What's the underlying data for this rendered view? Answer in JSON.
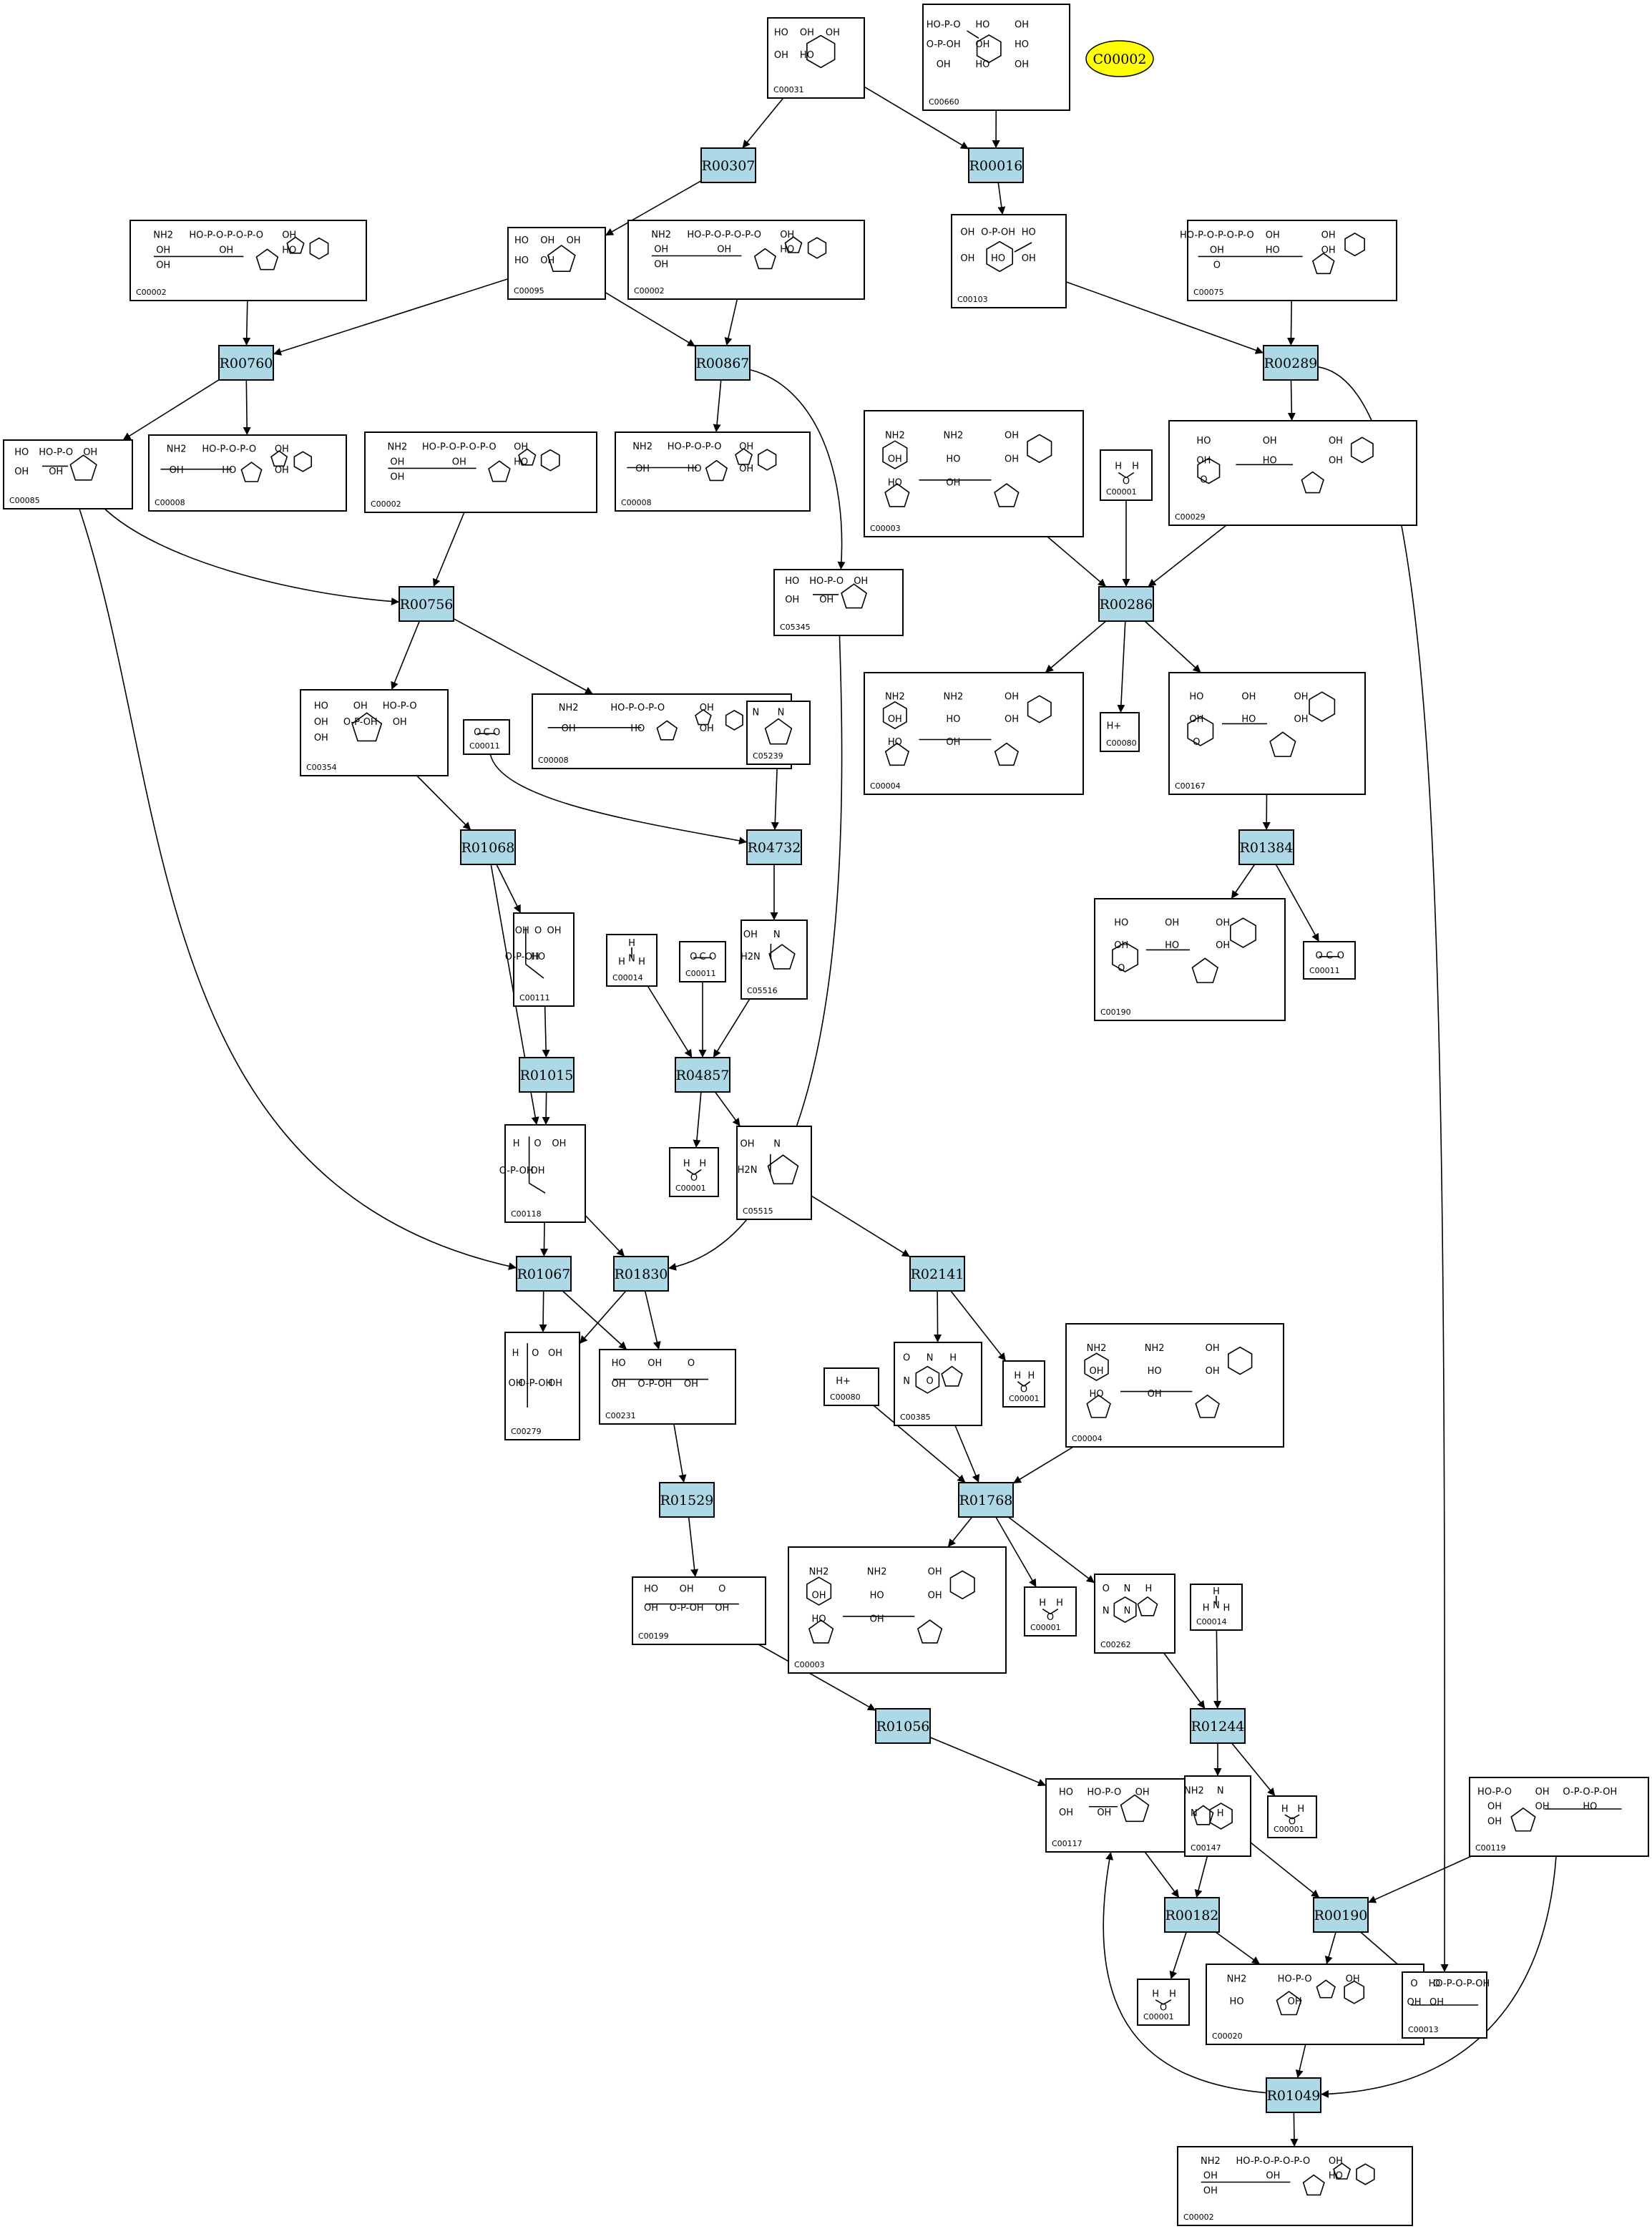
{
  "accent_colors": {
    "reaction_fill": "#add8e6",
    "highlight_fill": "#ffff00"
  },
  "highlight": {
    "label": "C00002"
  },
  "compounds": [
    {
      "id": "c1",
      "label": "C00031",
      "kind": "hexose",
      "texts": [
        "HO",
        "OH",
        "OH",
        "OH",
        "HO"
      ]
    },
    {
      "id": "c2",
      "label": "C00660",
      "kind": "sugarP2",
      "texts": [
        "HO-P-O",
        "HO",
        "OH",
        "O-P-OH",
        "OH",
        "HO",
        "OH",
        "HO",
        "OH"
      ]
    },
    {
      "id": "c3",
      "label": "C00002",
      "kind": "atp",
      "texts": [
        "NH2",
        "HO-P-O-P-O-P-O",
        "OH",
        "OH",
        "OH",
        "HO",
        "OH"
      ]
    },
    {
      "id": "c4",
      "label": "C00095",
      "kind": "furanose",
      "texts": [
        "HO",
        "OH",
        "OH",
        "HO",
        "OH"
      ]
    },
    {
      "id": "c5",
      "label": "C00002",
      "kind": "atp",
      "texts": [
        "NH2",
        "HO-P-O-P-O-P-O",
        "OH",
        "OH",
        "OH",
        "HO",
        "OH"
      ]
    },
    {
      "id": "c6",
      "label": "C00103",
      "kind": "sugarP",
      "texts": [
        "OH",
        "O-P-OH",
        "HO",
        "OH",
        "HO",
        "OH"
      ]
    },
    {
      "id": "c7",
      "label": "C00075",
      "kind": "utp",
      "texts": [
        "HO-P-O-P-O-P-O",
        "OH",
        "OH",
        "OH",
        "HO",
        "OH",
        "O"
      ]
    },
    {
      "id": "c8",
      "label": "C00085",
      "kind": "furanoseP",
      "texts": [
        "HO",
        "HO-P-O",
        "OH",
        "OH",
        "OH"
      ]
    },
    {
      "id": "c9",
      "label": "C00008",
      "kind": "adp",
      "texts": [
        "NH2",
        "HO-P-O-P-O",
        "OH",
        "OH",
        "HO",
        "OH"
      ]
    },
    {
      "id": "c10",
      "label": "C00002",
      "kind": "atp",
      "texts": [
        "NH2",
        "HO-P-O-P-O-P-O",
        "OH",
        "OH",
        "OH",
        "HO",
        "OH"
      ]
    },
    {
      "id": "c11",
      "label": "C00008",
      "kind": "adp",
      "texts": [
        "NH2",
        "HO-P-O-P-O",
        "OH",
        "OH",
        "HO",
        "OH"
      ]
    },
    {
      "id": "c12",
      "label": "C00003",
      "kind": "nad",
      "texts": [
        "NH2",
        "NH2",
        "OH",
        "OH",
        "HO",
        "OH",
        "HO",
        "OH"
      ]
    },
    {
      "id": "c13",
      "label": "C00001",
      "kind": "water",
      "texts": [
        "H",
        "O",
        "H"
      ]
    },
    {
      "id": "c14",
      "label": "C00029",
      "kind": "udpglc",
      "texts": [
        "HO",
        "OH",
        "OH",
        "OH",
        "HO",
        "OH",
        "O"
      ]
    },
    {
      "id": "c15",
      "label": "C05345",
      "kind": "furanoseP",
      "texts": [
        "HO",
        "HO-P-O",
        "OH",
        "OH",
        "OH"
      ]
    },
    {
      "id": "c16",
      "label": "C00354",
      "kind": "fbp",
      "texts": [
        "HO",
        "OH",
        "HO-P-O",
        "OH",
        "O-P-OH",
        "OH",
        "OH"
      ]
    },
    {
      "id": "c17",
      "label": "C00011",
      "kind": "co2",
      "texts": [
        "O",
        "C",
        "O"
      ]
    },
    {
      "id": "c18",
      "label": "C00008",
      "kind": "adp",
      "texts": [
        "NH2",
        "HO-P-O-P-O",
        "OH",
        "OH",
        "HO",
        "OH"
      ]
    },
    {
      "id": "c19",
      "label": "C05239",
      "kind": "imidazole",
      "texts": [
        "N",
        "N"
      ]
    },
    {
      "id": "c20",
      "label": "C00004",
      "kind": "nad",
      "texts": [
        "NH2",
        "NH2",
        "OH",
        "OH",
        "HO",
        "OH",
        "HO",
        "OH"
      ]
    },
    {
      "id": "c21",
      "label": "C00080",
      "kind": "proton",
      "texts": [
        "H+"
      ]
    },
    {
      "id": "c22",
      "label": "C00167",
      "kind": "udpglc",
      "texts": [
        "HO",
        "OH",
        "OH",
        "OH",
        "HO",
        "OH",
        "O"
      ]
    },
    {
      "id": "c23",
      "label": "C00111",
      "kind": "dhap",
      "texts": [
        "OH",
        "O",
        "OH",
        "O-P-OH",
        "HO"
      ]
    },
    {
      "id": "c24",
      "label": "C00014",
      "kind": "ammonia",
      "texts": [
        "H",
        "N",
        "H",
        "H"
      ]
    },
    {
      "id": "c25",
      "label": "C00011",
      "kind": "co2",
      "texts": [
        "O",
        "C",
        "O"
      ]
    },
    {
      "id": "c26",
      "label": "C05516",
      "kind": "imidazoleOH",
      "texts": [
        "OH",
        "N",
        "H2N"
      ]
    },
    {
      "id": "c27",
      "label": "C00190",
      "kind": "udpglc",
      "texts": [
        "HO",
        "OH",
        "OH",
        "OH",
        "HO",
        "OH",
        "O"
      ]
    },
    {
      "id": "c28",
      "label": "C00011",
      "kind": "co2",
      "texts": [
        "O",
        "C",
        "O"
      ]
    },
    {
      "id": "c29",
      "label": "C00118",
      "kind": "g3p",
      "texts": [
        "H",
        "O",
        "OH",
        "O-P-OH",
        "OH"
      ]
    },
    {
      "id": "c30",
      "label": "C00001",
      "kind": "water",
      "texts": [
        "H",
        "O",
        "H"
      ]
    },
    {
      "id": "c31",
      "label": "C05515",
      "kind": "imidazoleOH",
      "texts": [
        "OH",
        "N",
        "H2N"
      ]
    },
    {
      "id": "c32",
      "label": "C00279",
      "kind": "e4p",
      "texts": [
        "H",
        "O",
        "OH",
        "OH",
        "O-P-OH",
        "OH"
      ]
    },
    {
      "id": "c33",
      "label": "C00231",
      "kind": "x5p",
      "texts": [
        "HO",
        "OH",
        "O",
        "OH",
        "O-P-OH",
        "OH"
      ]
    },
    {
      "id": "c34",
      "label": "C00385",
      "kind": "purine",
      "texts": [
        "O",
        "N",
        "H",
        "N",
        "O"
      ]
    },
    {
      "id": "c35",
      "label": "C00001",
      "kind": "water",
      "texts": [
        "H",
        "O",
        "H"
      ]
    },
    {
      "id": "c36",
      "label": "C00004",
      "kind": "nad",
      "texts": [
        "NH2",
        "NH2",
        "OH",
        "OH",
        "HO",
        "OH",
        "HO",
        "OH"
      ]
    },
    {
      "id": "c37",
      "label": "C00080",
      "kind": "proton",
      "texts": [
        "H+"
      ]
    },
    {
      "id": "c38",
      "label": "C00199",
      "kind": "x5p",
      "texts": [
        "HO",
        "OH",
        "O",
        "OH",
        "O-P-OH",
        "OH"
      ]
    },
    {
      "id": "c39",
      "label": "C00003",
      "kind": "nad",
      "texts": [
        "NH2",
        "NH2",
        "OH",
        "OH",
        "HO",
        "OH",
        "HO",
        "OH"
      ]
    },
    {
      "id": "c40",
      "label": "C00001",
      "kind": "water",
      "texts": [
        "H",
        "O",
        "H"
      ]
    },
    {
      "id": "c41",
      "label": "C00262",
      "kind": "purine",
      "texts": [
        "O",
        "N",
        "H",
        "N",
        "N"
      ]
    },
    {
      "id": "c42",
      "label": "C00014",
      "kind": "ammonia",
      "texts": [
        "H",
        "N",
        "H",
        "H"
      ]
    },
    {
      "id": "c43",
      "label": "C00117",
      "kind": "furanoseP",
      "texts": [
        "HO",
        "HO-P-O",
        "OH",
        "OH",
        "OH"
      ]
    },
    {
      "id": "c44",
      "label": "C00147",
      "kind": "adenine",
      "texts": [
        "NH2",
        "N",
        "N",
        "H"
      ]
    },
    {
      "id": "c45",
      "label": "C00001",
      "kind": "water",
      "texts": [
        "H",
        "O",
        "H"
      ]
    },
    {
      "id": "c46",
      "label": "C00119",
      "kind": "prpp",
      "texts": [
        "HO-P-O",
        "OH",
        "O-P-O-P-OH",
        "OH",
        "OH",
        "HO",
        "OH"
      ]
    },
    {
      "id": "c47",
      "label": "C00001",
      "kind": "water",
      "texts": [
        "H",
        "O",
        "H"
      ]
    },
    {
      "id": "c48",
      "label": "C00020",
      "kind": "amp",
      "texts": [
        "NH2",
        "HO-P-O",
        "OH",
        "HO",
        "OH"
      ]
    },
    {
      "id": "c49",
      "label": "C00013",
      "kind": "ppi",
      "texts": [
        "O",
        "O",
        "HO-P-O-P-OH",
        "OH",
        "OH"
      ]
    },
    {
      "id": "c50",
      "label": "C00002",
      "kind": "atp",
      "texts": [
        "NH2",
        "HO-P-O-P-O-P-O",
        "OH",
        "OH",
        "OH",
        "HO",
        "OH"
      ]
    }
  ],
  "reactions": [
    {
      "id": "r1",
      "label": "R00307"
    },
    {
      "id": "r2",
      "label": "R00016"
    },
    {
      "id": "r3",
      "label": "R00760"
    },
    {
      "id": "r4",
      "label": "R00867"
    },
    {
      "id": "r5",
      "label": "R00289"
    },
    {
      "id": "r6",
      "label": "R00756"
    },
    {
      "id": "r7",
      "label": "R00286"
    },
    {
      "id": "r8",
      "label": "R01068"
    },
    {
      "id": "r9",
      "label": "R04732"
    },
    {
      "id": "r10",
      "label": "R01384"
    },
    {
      "id": "r11",
      "label": "R01015"
    },
    {
      "id": "r12",
      "label": "R04857"
    },
    {
      "id": "r13",
      "label": "R01067"
    },
    {
      "id": "r14",
      "label": "R01830"
    },
    {
      "id": "r15",
      "label": "R02141"
    },
    {
      "id": "r16",
      "label": "R01529"
    },
    {
      "id": "r17",
      "label": "R01768"
    },
    {
      "id": "r18",
      "label": "R01056"
    },
    {
      "id": "r19",
      "label": "R01244"
    },
    {
      "id": "r20",
      "label": "R00182"
    },
    {
      "id": "r21",
      "label": "R00190"
    },
    {
      "id": "r22",
      "label": "R01049"
    }
  ],
  "edges": [
    [
      "c1",
      "r1"
    ],
    [
      "c1",
      "r2"
    ],
    [
      "c2",
      "r2"
    ],
    [
      "r1",
      "c4"
    ],
    [
      "r2",
      "c6"
    ],
    [
      "c3",
      "r3"
    ],
    [
      "c4",
      "r3"
    ],
    [
      "c4",
      "r4"
    ],
    [
      "c5",
      "r4"
    ],
    [
      "c6",
      "r5"
    ],
    [
      "c7",
      "r5"
    ],
    [
      "r3",
      "c8"
    ],
    [
      "r3",
      "c9"
    ],
    [
      "r4",
      "c11"
    ],
    [
      "r4",
      "c15"
    ],
    [
      "r5",
      "c14"
    ],
    [
      "r5",
      "c49"
    ],
    [
      "c8",
      "r6"
    ],
    [
      "c10",
      "r6"
    ],
    [
      "c8",
      "r13"
    ],
    [
      "c12",
      "r7"
    ],
    [
      "c13",
      "r7"
    ],
    [
      "c14",
      "r7"
    ],
    [
      "r6",
      "c16"
    ],
    [
      "r6",
      "c18"
    ],
    [
      "r7",
      "c20"
    ],
    [
      "r7",
      "c21"
    ],
    [
      "r7",
      "c22"
    ],
    [
      "c16",
      "r8"
    ],
    [
      "c17",
      "r9"
    ],
    [
      "c19",
      "r9"
    ],
    [
      "c22",
      "r10"
    ],
    [
      "r8",
      "c23"
    ],
    [
      "r8",
      "c29"
    ],
    [
      "r9",
      "c26"
    ],
    [
      "r10",
      "c27"
    ],
    [
      "r10",
      "c28"
    ],
    [
      "c23",
      "r11"
    ],
    [
      "c24",
      "r12"
    ],
    [
      "c25",
      "r12"
    ],
    [
      "c26",
      "r12"
    ],
    [
      "r11",
      "c29"
    ],
    [
      "r12",
      "c30"
    ],
    [
      "r12",
      "c31"
    ],
    [
      "c29",
      "r13"
    ],
    [
      "c29",
      "r14"
    ],
    [
      "c15",
      "r14"
    ],
    [
      "c31",
      "r15"
    ],
    [
      "r13",
      "c32"
    ],
    [
      "r13",
      "c33"
    ],
    [
      "r14",
      "c32"
    ],
    [
      "r14",
      "c33"
    ],
    [
      "r15",
      "c34"
    ],
    [
      "r15",
      "c35"
    ],
    [
      "c33",
      "r16"
    ],
    [
      "c34",
      "r17"
    ],
    [
      "c36",
      "r17"
    ],
    [
      "c37",
      "r17"
    ],
    [
      "r16",
      "c38"
    ],
    [
      "r17",
      "c39"
    ],
    [
      "r17",
      "c40"
    ],
    [
      "r17",
      "c41"
    ],
    [
      "c38",
      "r18"
    ],
    [
      "c41",
      "r19"
    ],
    [
      "c42",
      "r19"
    ],
    [
      "r18",
      "c43"
    ],
    [
      "r19",
      "c44"
    ],
    [
      "r19",
      "c45"
    ],
    [
      "c43",
      "r20"
    ],
    [
      "c44",
      "r20"
    ],
    [
      "c44",
      "r21"
    ],
    [
      "c46",
      "r21"
    ],
    [
      "c46",
      "r22"
    ],
    [
      "r20",
      "c47"
    ],
    [
      "r20",
      "c48"
    ],
    [
      "r21",
      "c48"
    ],
    [
      "r21",
      "c49"
    ],
    [
      "c48",
      "r22"
    ],
    [
      "r22",
      "c43"
    ],
    [
      "r22",
      "c50"
    ]
  ]
}
